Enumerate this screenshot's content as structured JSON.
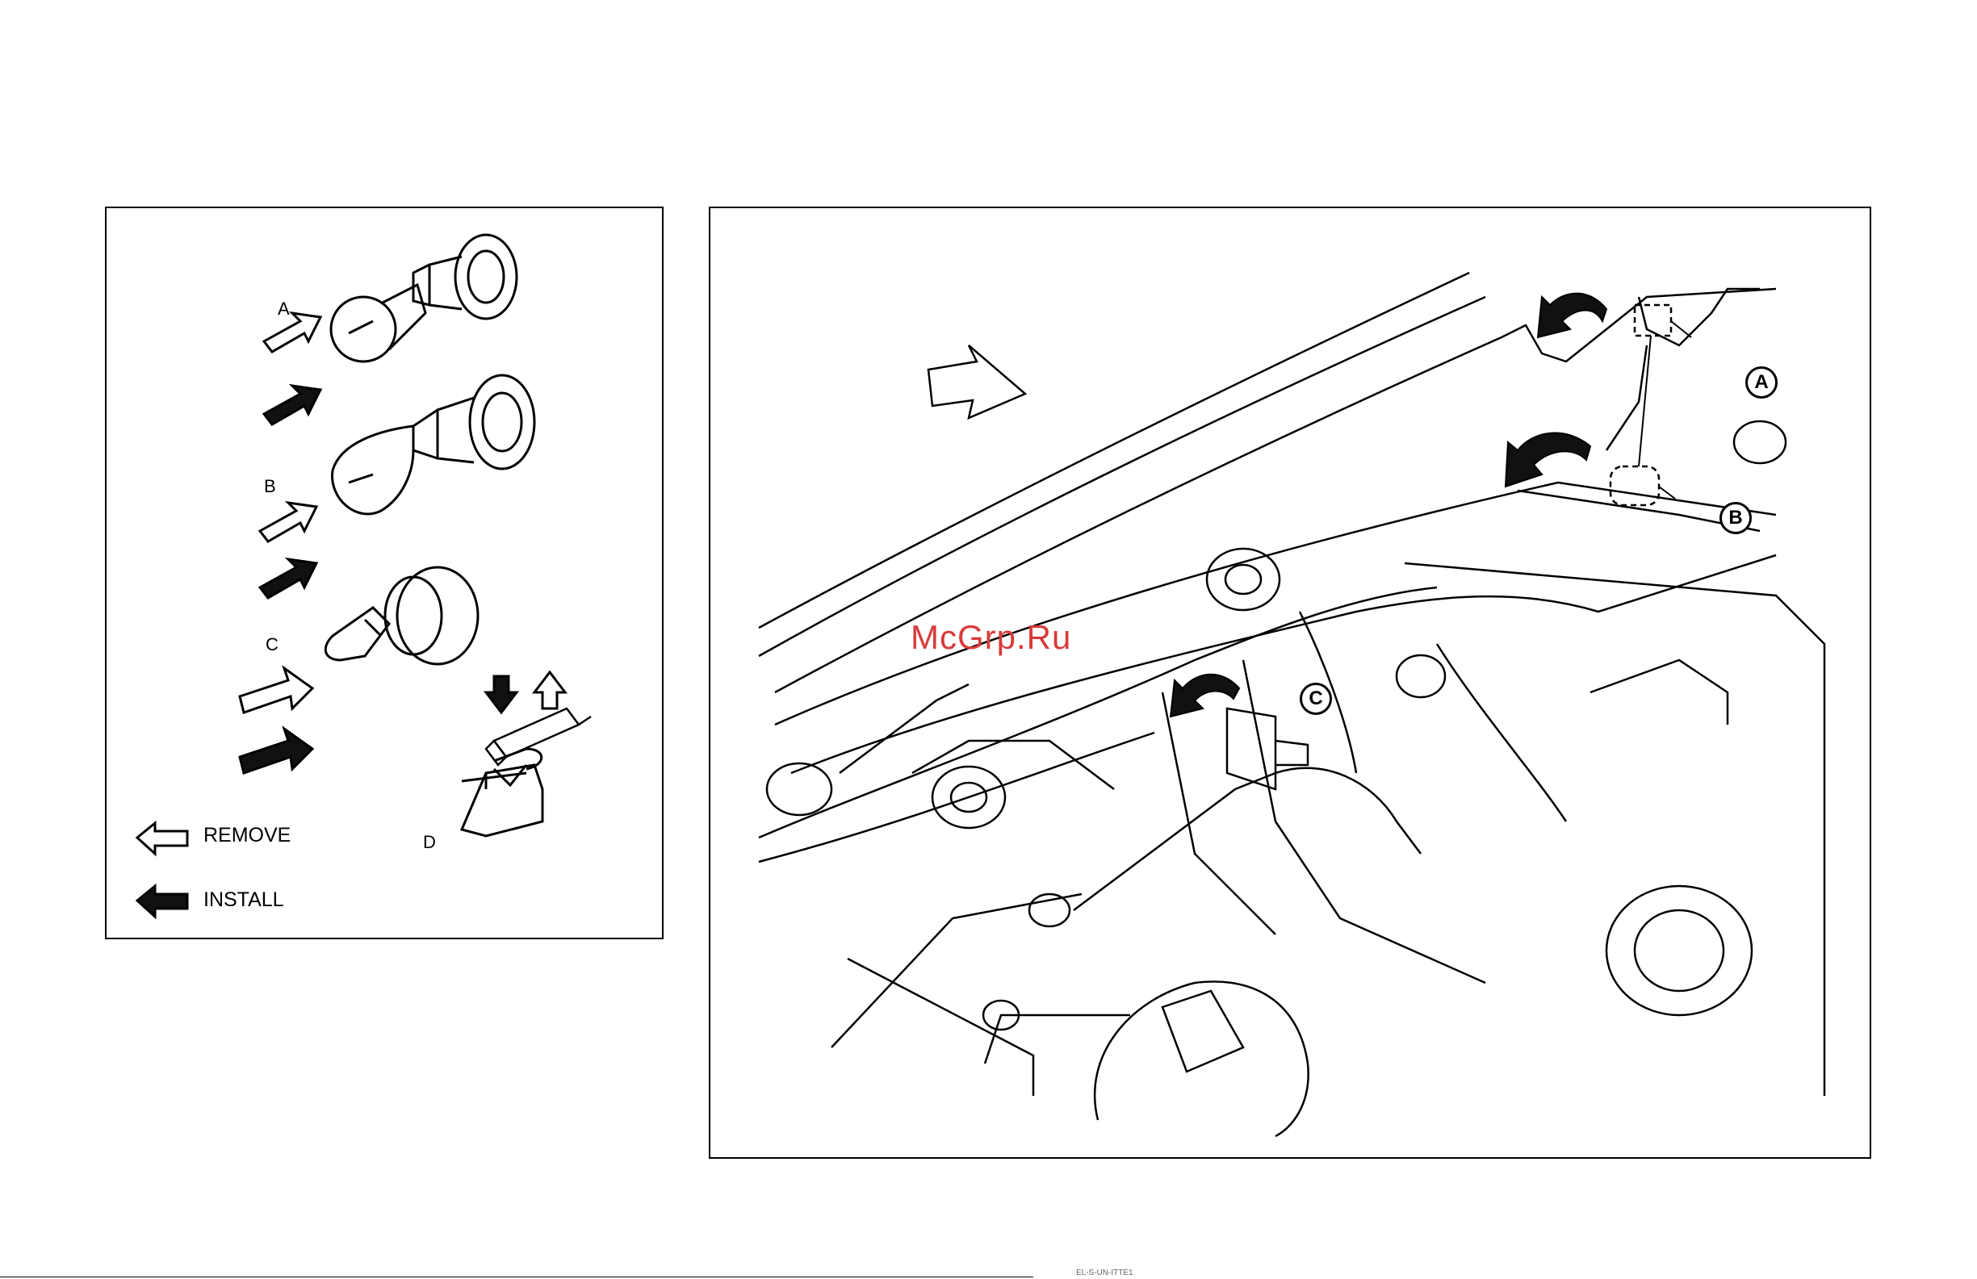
{
  "left_figure": {
    "labels": {
      "a": "A",
      "b": "B",
      "c": "C",
      "d": "D"
    },
    "legend": {
      "remove": "REMOVE",
      "install": "INSTALL"
    }
  },
  "right_figure": {
    "callouts": {
      "a": "A",
      "b": "B",
      "c": "C"
    }
  },
  "watermark": "McGrp.Ru",
  "footer_code": "EL-S-UN-ITTE1",
  "colors": {
    "line": "#000000",
    "background": "#ffffff",
    "watermark": "#d93a3a"
  }
}
